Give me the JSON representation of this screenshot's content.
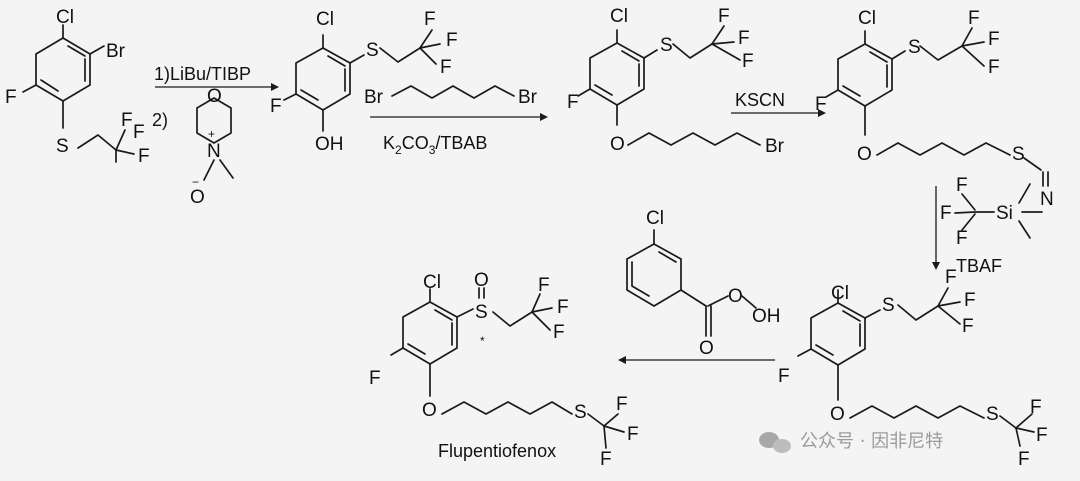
{
  "reagents": {
    "step1_line1": "1)LiBu/TIBP",
    "step1_line2": "2)",
    "step2_base": "K",
    "step2_sub": "2",
    "step2_rest": "CO",
    "step2_sub2": "3",
    "step2_tail": "/TBAB",
    "step3": "KSCN",
    "step4": "TBAF"
  },
  "product_name": "Flupentiofenox",
  "stereo_mark": "*",
  "charge_plus": "+",
  "charge_minus": "−",
  "watermark": "公众号 · 因非尼特",
  "colors": {
    "background": "#f4f4f4",
    "ink": "#1a1a1a",
    "watermark": "#9a9a9a"
  }
}
